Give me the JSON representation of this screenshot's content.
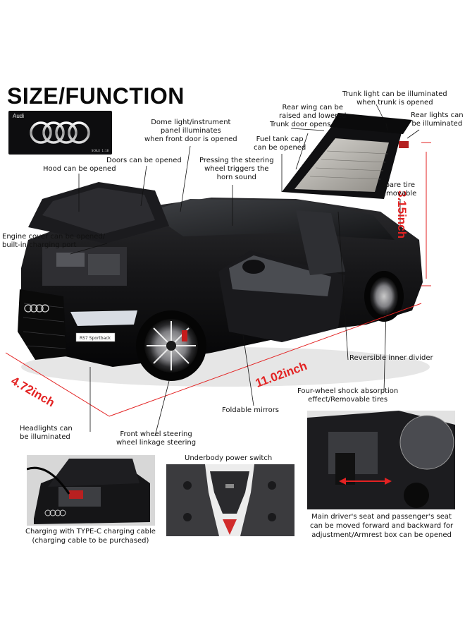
{
  "header": {
    "title": "SIZE/FUNCTION"
  },
  "brand_box": {
    "wordmark": "Audi",
    "scale_text": "SCALE 1:18"
  },
  "dimensions": {
    "height": "3.15inch",
    "width": "4.72inch",
    "length": "11.02inch"
  },
  "callouts": {
    "trunk_light": "Trunk light can be illuminated\nwhen trunk is opened",
    "rear_wing": "Rear wing can be\nraised and lowered",
    "trunk_door": "Trunk door opens",
    "rear_lights": "Rear lights can\nbe illuminated",
    "dome_light": "Dome light/instrument\npanel illuminates\nwhen front door is opened",
    "fuel_tank": "Fuel tank cap\ncan be opened",
    "doors": "Doors can be opened",
    "steering_horn": "Pressing the steering\nwheel triggers the\nhorn sound",
    "hood": "Hood can be opened",
    "spare_tire": "Spare tire\nremovable",
    "engine_cover": "Engine cover can be opened/\nbuilt-in charging port",
    "inner_divider": "Reversible inner divider",
    "shock_absorption": "Four-wheel shock absorption\neffect/Removable tires",
    "mirrors": "Foldable mirrors",
    "headlights": "Headlights can\nbe illuminated",
    "front_wheel": "Front wheel steering\nwheel linkage steering",
    "underbody_switch": "Underbody power switch"
  },
  "captions": {
    "charging": "Charging with TYPE-C charging cable\n(charging cable to be purchased)",
    "seats": "Main driver's seat and passenger's seat\ncan be moved forward and backward for\nadjustment/Armrest box can be opened"
  },
  "car_plate": "RS7 Sportback",
  "colors": {
    "dimension": "#e32222",
    "car_body": "#141416",
    "accent_red": "#cc2222"
  }
}
